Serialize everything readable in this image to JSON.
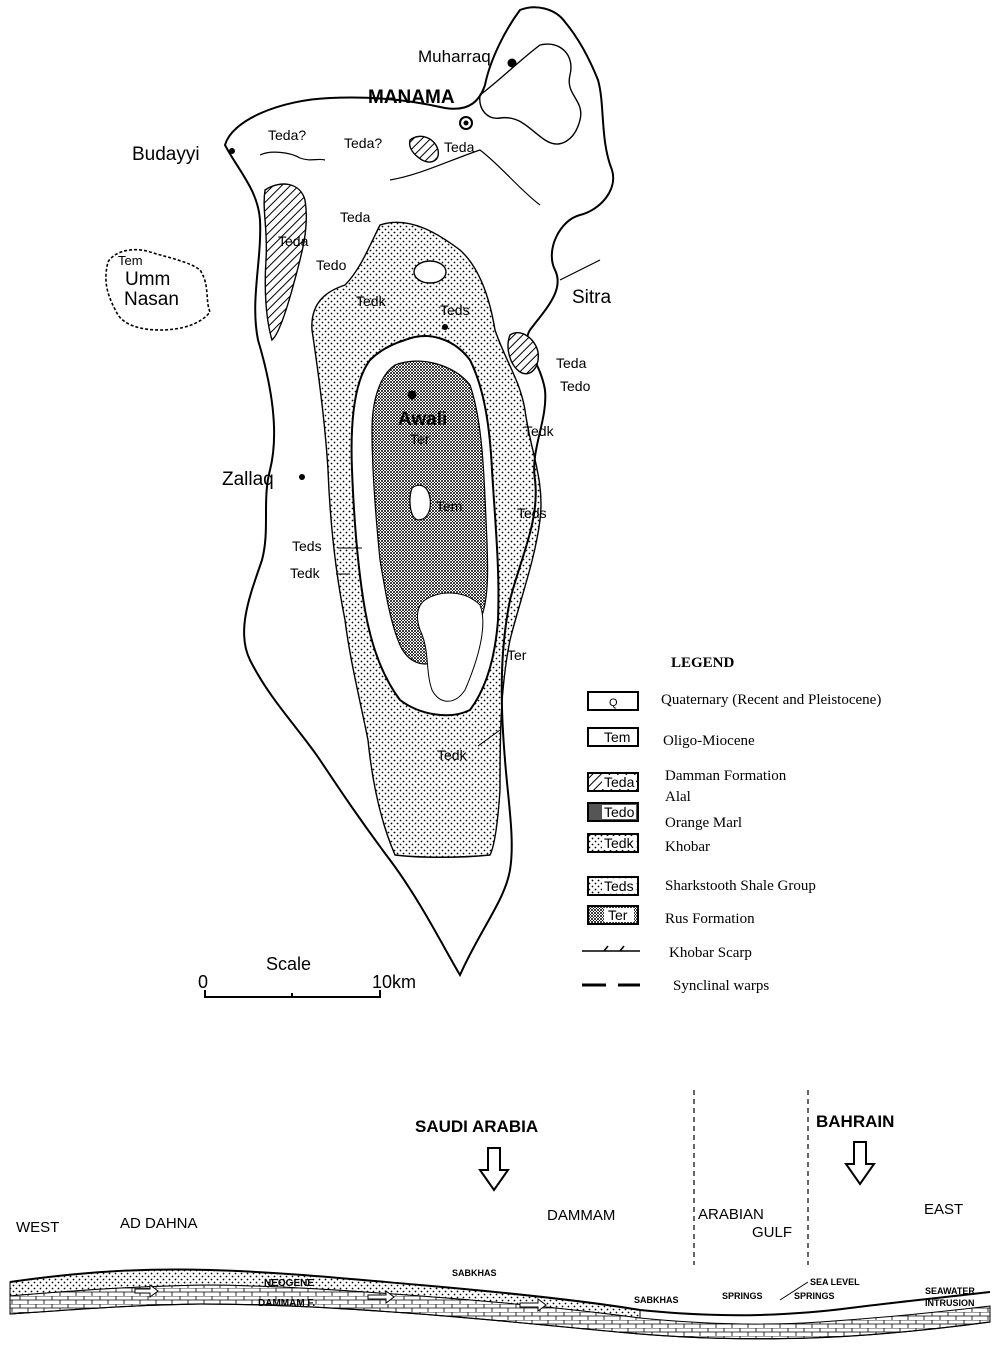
{
  "map": {
    "places": {
      "muharraq": "Muharraq",
      "manama": "MANAMA",
      "budayyi": "Budayyi",
      "umm": "Umm",
      "nasan": "Nasan",
      "sitra": "Sitra",
      "awali": "Awali",
      "zallaq": "Zallaq"
    },
    "units": {
      "teda_q1": "Teda?",
      "teda_q2": "Teda?",
      "teda_manama": "Teda",
      "teda_west1": "Teda",
      "teda_west2": "Teda",
      "tedo_west": "Tedo",
      "tedk_north": "Tedk",
      "teds_north": "Teds",
      "tem_umm": "Tem",
      "teda_east": "Teda",
      "tedo_east": "Tedo",
      "tedk_east": "Tedk",
      "ter_center": "Ter",
      "tem_center": "Tem",
      "teds_east": "Teds",
      "teds_west": "Teds",
      "tedk_west": "Tedk",
      "ter_south": "Ter",
      "tedk_south": "Tedk"
    },
    "scale": {
      "label": "Scale",
      "zero": "0",
      "ten": "10km"
    }
  },
  "legend": {
    "title": "LEGEND",
    "items": [
      {
        "code": "Q",
        "label": "Quaternary (Recent and Pleistocene)"
      },
      {
        "code": "Tem",
        "label": "Oligo-Miocene"
      },
      {
        "code": "Teda",
        "label": "Damman Formation"
      },
      {
        "code": "Tedo",
        "label": "Alal",
        "label2": "Orange Marl"
      },
      {
        "code": "Tedk",
        "label": "Khobar"
      },
      {
        "code": "Teds",
        "label": "Sharkstooth Shale Group"
      },
      {
        "code": "Ter",
        "label": "Rus Formation"
      },
      {
        "code": "",
        "label": "Khobar Scarp"
      },
      {
        "code": "",
        "label": "Synclinal warps"
      }
    ]
  },
  "section": {
    "saudi_arabia": "SAUDI ARABIA",
    "bahrain": "BAHRAIN",
    "west": "WEST",
    "ad_dahna": "AD DAHNA",
    "dammam": "DAMMAM",
    "arabian": "ARABIAN",
    "gulf": "GULF",
    "east": "EAST",
    "neogene": "NEOGENE",
    "dammam_f": "DAMMAM F.",
    "sabkhas1": "SABKHAS",
    "sabkhas2": "SABKHAS",
    "springs1": "SPRINGS",
    "springs2": "SPRINGS",
    "sea_level": "SEA LEVEL",
    "seawater": "SEAWATER",
    "intrusion": "INTRUSION"
  }
}
